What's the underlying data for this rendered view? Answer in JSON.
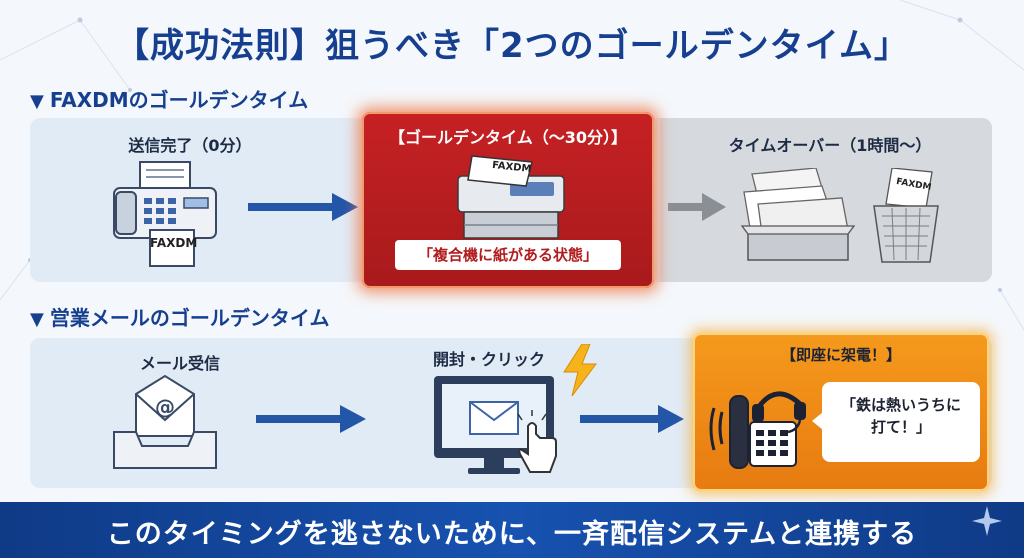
{
  "title": "【成功法則】狙うべき「2つのゴールデンタイム」",
  "fax_section": {
    "label": "FAXDMのゴールデンタイム",
    "step1": "送信完了（0分）",
    "golden_title": "【ゴールデンタイム（〜30分）】",
    "golden_caption": "「複合機に紙がある状態」",
    "step3": "タイムオーバー（1時間〜）",
    "paper_label": "FAXDM"
  },
  "mail_section": {
    "label": "営業メールのゴールデンタイム",
    "step1": "メール受信",
    "step2": "開封・クリック",
    "call_title": "【即座に架電！】",
    "bubble_line1": "「鉄は熱いうちに",
    "bubble_line2": "打て！」"
  },
  "footer": "このタイミングを逃さないために、一斉配信システムと連携する",
  "colors": {
    "brand_blue": "#16408f",
    "golden_red": "#c62124",
    "call_orange": "#f59a1d",
    "footer_blue": "#1752b0"
  },
  "icons": [
    "fax-machine-icon",
    "printer-icon",
    "paper-pile-icon",
    "trash-bin-icon",
    "mail-inbox-icon",
    "monitor-click-icon",
    "lightning-icon",
    "headset-phone-icon",
    "sparkle-icon"
  ]
}
